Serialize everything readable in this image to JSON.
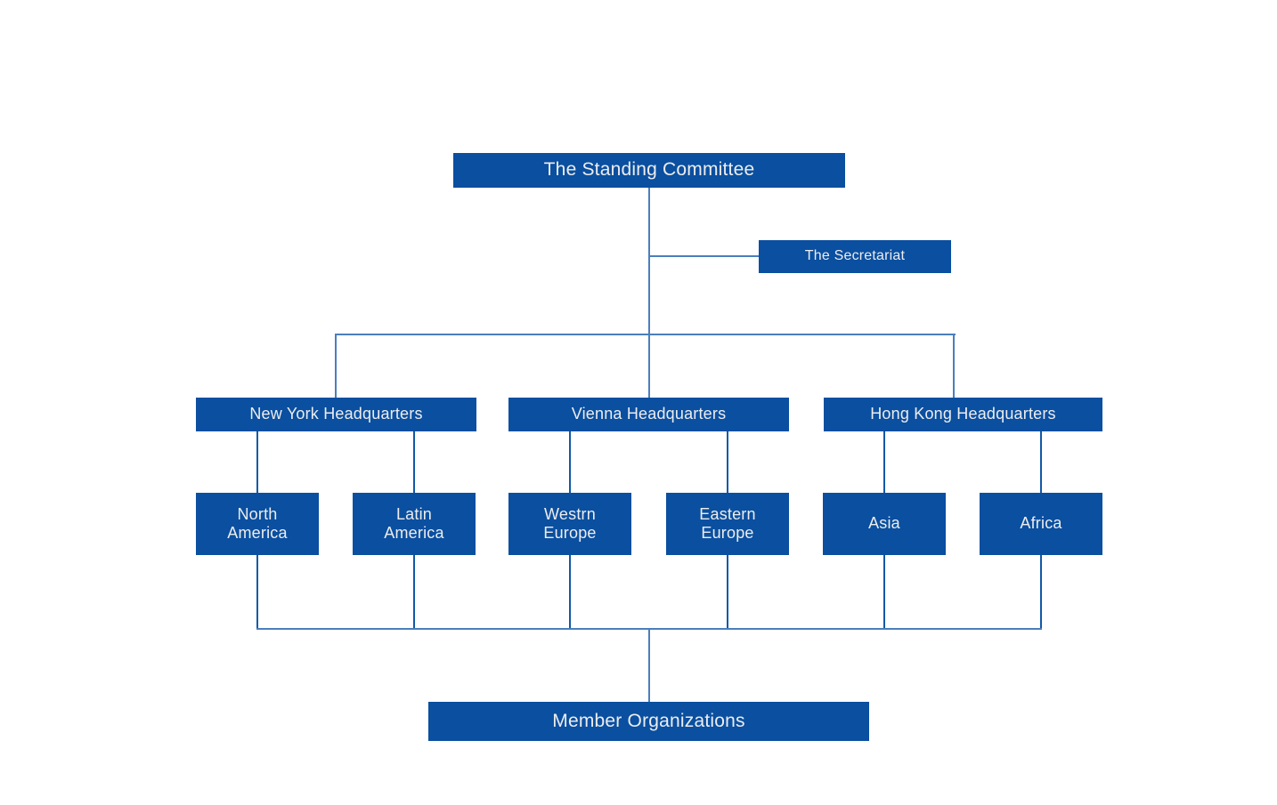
{
  "diagram": {
    "type": "organizational-chart",
    "title_node": "The Standing Committee",
    "background_color": "#FFFFFF",
    "node_fill_color": "#0A4FA0",
    "node_text_color": "#EDEDED",
    "connector_color": "#4A7FBC",
    "nodes": {
      "standing_committee": {
        "label": "The Standing Committee"
      },
      "secretariat": {
        "label": "The Secretariat"
      },
      "new_york_hq": {
        "label": "New York Headquarters"
      },
      "vienna_hq": {
        "label": "Vienna Headquarters"
      },
      "hong_kong_hq": {
        "label": "Hong Kong Headquarters"
      },
      "north_america": {
        "label": "North\nAmerica"
      },
      "latin_america": {
        "label": "Latin\nAmerica"
      },
      "western_europe": {
        "label": "Westrn\nEurope"
      },
      "eastern_europe": {
        "label": "Eastern\nEurope"
      },
      "asia": {
        "label": "Asia"
      },
      "africa": {
        "label": "Africa"
      },
      "member_organizations": {
        "label": "Member Organizations"
      }
    }
  }
}
